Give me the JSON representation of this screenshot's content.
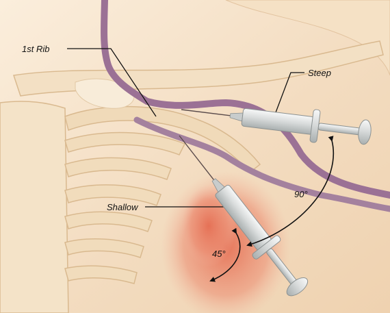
{
  "labels": {
    "first_rib": "1st Rib",
    "steep": "Steep",
    "shallow": "Shallow",
    "angle_steep": "90°",
    "angle_shallow": "45°"
  },
  "colors": {
    "skin_light": "#f6e6cf",
    "skin_mid": "#efd7b6",
    "skin_shadow": "#e7c6a0",
    "bone": "#f2dfc1",
    "bone_outline": "#d9b98f",
    "vessel": "#9b7195",
    "vessel_dark": "#7b5a78",
    "blood": "#e9876c",
    "syringe_metal": "#d9dcdc",
    "syringe_dark": "#9aa0a0",
    "leader": "#111111"
  }
}
